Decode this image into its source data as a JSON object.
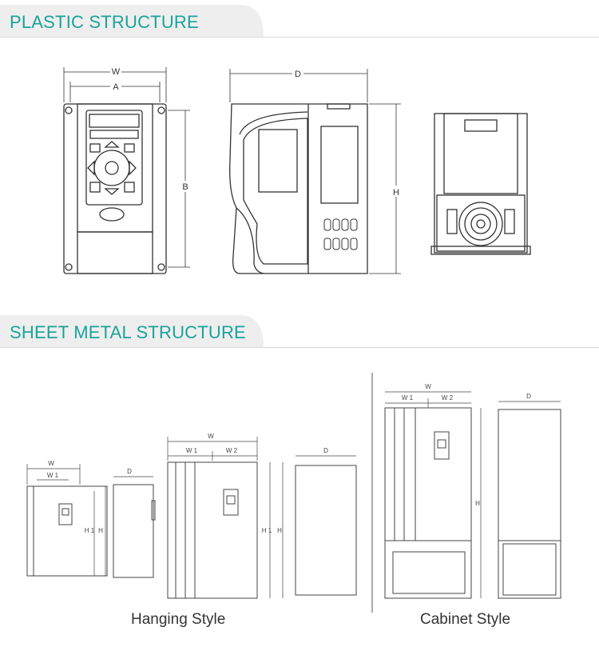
{
  "sections": {
    "plastic": {
      "title": "PLASTIC STRUCTURE"
    },
    "sheet_metal": {
      "title": "SHEET METAL STRUCTURE"
    }
  },
  "plastic_labels": {
    "w": "W",
    "a": "A",
    "b": "B",
    "d": "D",
    "h": "H"
  },
  "sheet_labels": {
    "w": "W",
    "w1": "W 1",
    "w2": "W 2",
    "h": "H",
    "h1": "H 1",
    "d": "D"
  },
  "captions": {
    "hanging": "Hanging Style",
    "cabinet": "Cabinet Style"
  },
  "colors": {
    "accent": "#1aa39a",
    "tab": "#eeeeee",
    "line": "#333333"
  }
}
